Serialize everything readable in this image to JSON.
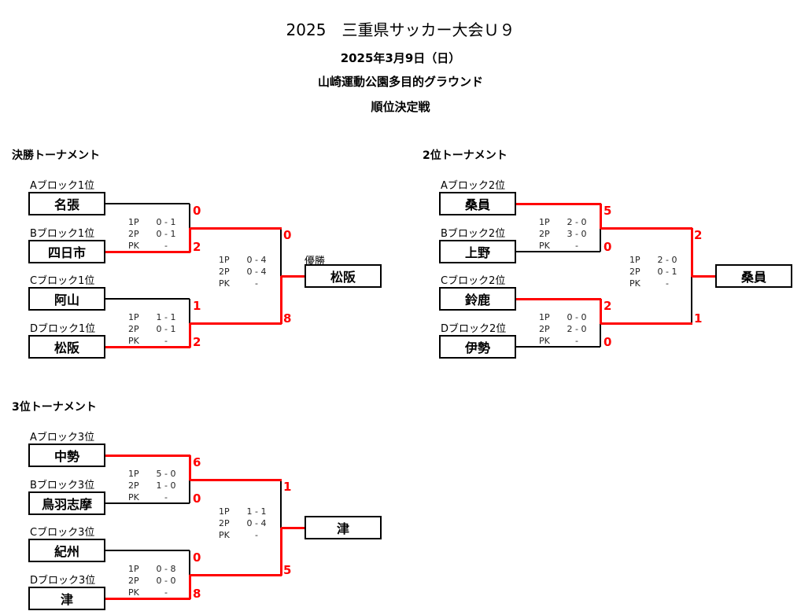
{
  "header": {
    "title": "2025　三重県サッカー大会Ｕ９",
    "date": "2025年3月9日（日）",
    "venue": "山崎運動公園多目的グラウンド",
    "subtitle": "順位決定戦"
  },
  "colors": {
    "winner_line": "#ff0000",
    "line": "#000000"
  },
  "brackets": [
    {
      "title": "決勝トーナメント",
      "champion_label": "優勝",
      "champion": "松阪",
      "teams": [
        {
          "block": "Aブロック1位",
          "name": "名張"
        },
        {
          "block": "Bブロック1位",
          "name": "四日市"
        },
        {
          "block": "Cブロック1位",
          "name": "阿山"
        },
        {
          "block": "Dブロック1位",
          "name": "松阪"
        }
      ],
      "semis": [
        {
          "scores": [
            "0",
            "2"
          ],
          "winner": 1,
          "periods": [
            {
              "p": "1P",
              "s": "0 - 1"
            },
            {
              "p": "2P",
              "s": "0 - 1"
            },
            {
              "p": "PK",
              "s": "-"
            }
          ]
        },
        {
          "scores": [
            "1",
            "2"
          ],
          "winner": 1,
          "periods": [
            {
              "p": "1P",
              "s": "1 - 1"
            },
            {
              "p": "2P",
              "s": "0 - 1"
            },
            {
              "p": "PK",
              "s": "-"
            }
          ]
        }
      ],
      "final": {
        "scores": [
          "0",
          "8"
        ],
        "winner": 1,
        "periods": [
          {
            "p": "1P",
            "s": "0 - 4"
          },
          {
            "p": "2P",
            "s": "0 - 4"
          },
          {
            "p": "PK",
            "s": "-"
          }
        ]
      }
    },
    {
      "title": "2位トーナメント",
      "champion_label": "",
      "champion": "桑員",
      "teams": [
        {
          "block": "Aブロック2位",
          "name": "桑員"
        },
        {
          "block": "Bブロック2位",
          "name": "上野"
        },
        {
          "block": "Cブロック2位",
          "name": "鈴鹿"
        },
        {
          "block": "Dブロック2位",
          "name": "伊勢"
        }
      ],
      "semis": [
        {
          "scores": [
            "5",
            "0"
          ],
          "winner": 0,
          "periods": [
            {
              "p": "1P",
              "s": "2 - 0"
            },
            {
              "p": "2P",
              "s": "3 - 0"
            },
            {
              "p": "PK",
              "s": "-"
            }
          ]
        },
        {
          "scores": [
            "2",
            "0"
          ],
          "winner": 0,
          "periods": [
            {
              "p": "1P",
              "s": "0 - 0"
            },
            {
              "p": "2P",
              "s": "2 - 0"
            },
            {
              "p": "PK",
              "s": "-"
            }
          ]
        }
      ],
      "final": {
        "scores": [
          "2",
          "1"
        ],
        "winner": 0,
        "periods": [
          {
            "p": "1P",
            "s": "2 - 0"
          },
          {
            "p": "2P",
            "s": "0 - 1"
          },
          {
            "p": "PK",
            "s": "-"
          }
        ]
      }
    },
    {
      "title": "3位トーナメント",
      "champion_label": "",
      "champion": "津",
      "teams": [
        {
          "block": "Aブロック3位",
          "name": "中勢"
        },
        {
          "block": "Bブロック3位",
          "name": "鳥羽志摩"
        },
        {
          "block": "Cブロック3位",
          "name": "紀州"
        },
        {
          "block": "Dブロック3位",
          "name": "津"
        }
      ],
      "semis": [
        {
          "scores": [
            "6",
            "0"
          ],
          "winner": 0,
          "periods": [
            {
              "p": "1P",
              "s": "5 - 0"
            },
            {
              "p": "2P",
              "s": "1 - 0"
            },
            {
              "p": "PK",
              "s": "-"
            }
          ]
        },
        {
          "scores": [
            "0",
            "8"
          ],
          "winner": 1,
          "periods": [
            {
              "p": "1P",
              "s": "0 - 8"
            },
            {
              "p": "2P",
              "s": "0 - 0"
            },
            {
              "p": "PK",
              "s": "-"
            }
          ]
        }
      ],
      "final": {
        "scores": [
          "1",
          "5"
        ],
        "winner": 1,
        "periods": [
          {
            "p": "1P",
            "s": "1 - 1"
          },
          {
            "p": "2P",
            "s": "0 - 4"
          },
          {
            "p": "PK",
            "s": "-"
          }
        ]
      }
    }
  ]
}
